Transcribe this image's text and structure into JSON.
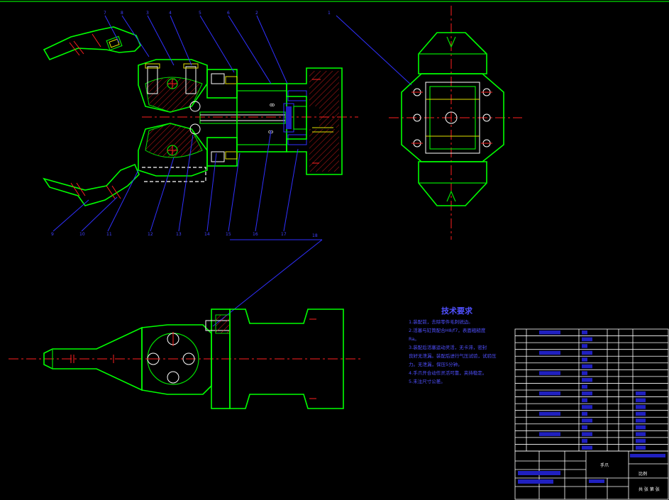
{
  "drawing": {
    "background": "#000000",
    "line_color": "#00e000",
    "centerline_color": "#ff2020",
    "leader_color": "#3030ff"
  },
  "part_labels_top": [
    "7",
    "8",
    "3",
    "4",
    "5",
    "6",
    "2",
    "1"
  ],
  "part_labels_bottom": [
    "9",
    "10",
    "11",
    "12",
    "13",
    "14",
    "15",
    "16",
    "17"
  ],
  "part_label_side": "18",
  "tech_requirements": {
    "title": "技术要求",
    "lines": [
      "1.装配前，去除零件毛刺锐边。",
      "2.活塞与缸筒配合H8/f7，表面粗糙度",
      "Ra。",
      "3.装配后活塞运动灵活，无卡滞，密封",
      "良好无泄漏。装配后进行气压试验，试验压",
      "力。无泄漏，保压5分钟。",
      "4.手爪开合动作灵活可靠，夹持稳定。",
      "5.未注尺寸公差。"
    ]
  },
  "title_block": {
    "drawing_name": "手爪",
    "scale_label": "比例",
    "sheet_label": "共 张 第 张"
  }
}
